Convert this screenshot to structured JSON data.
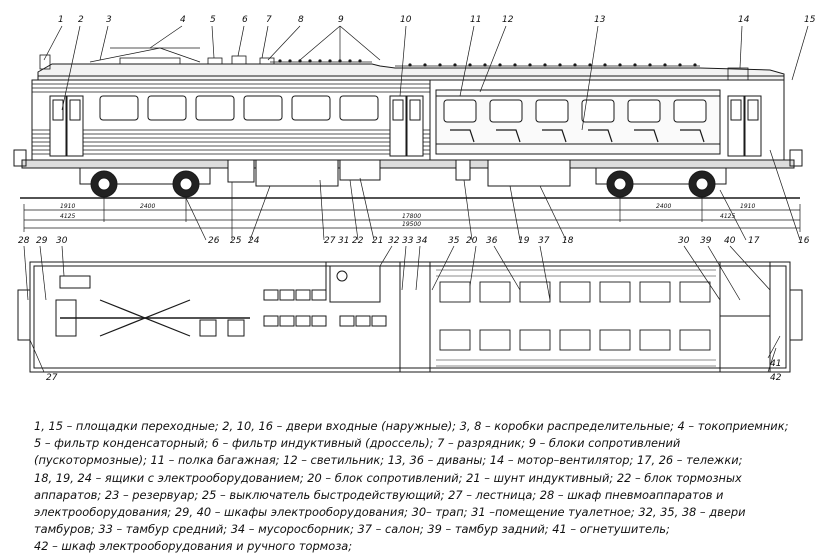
{
  "callouts": {
    "top": [
      "1",
      "2",
      "3",
      "4",
      "5",
      "6",
      "7",
      "8",
      "9",
      "10",
      "11",
      "12",
      "13",
      "14",
      "15"
    ],
    "side_bottom": [
      "26",
      "25",
      "24",
      "27",
      "31",
      "22",
      "21",
      "20",
      "19",
      "18",
      "17",
      "16"
    ],
    "plan": [
      "28",
      "29",
      "30",
      "32",
      "33",
      "34",
      "35",
      "36",
      "37",
      "30",
      "39",
      "40",
      "41",
      "42",
      "27"
    ]
  },
  "dimensions": [
    "1910",
    "4125",
    "2400",
    "17800",
    "19500",
    "2400",
    "4125",
    "1910"
  ],
  "legend": [
    "1, 15 – площадки переходные; 2, 10, 16 – двери входные (наружные);   3, 8 – коробки распределительные; 4 – токоприемник;",
    "5 – фильтр конденсаторный; 6 – фильтр индуктивный (дроссель); 7 – разрядник; 9 – блоки сопротивлений",
    "(пускотормозные); 11 – полка багажная; 12 – светильник; 13, 36 – диваны; 14 – мотор–вентилятор; 17, 26 – тележки;",
    "18, 19, 24 – ящики с электрооборудованием; 20 – блок сопротивлений; 21 – шунт индуктивный; 22 – блок тормозных",
    "аппаратов; 23 – резервуар; 25 – выключатель быстродействующий; 27 – лестница; 28 – шкаф пневмоаппаратов и",
    "электрооборудования; 29, 40 – шкафы электрооборудования; 30– трап; 31 –помещение туалетное; 32, 35, 38 – двери",
    "тамбуров; 33 – тамбур средний; 34 – мусоросборник; 37 – салон; 39 – тамбур задний; 41 – огнетушитель;",
    "42 – шкаф электрооборудования и ручного тормоза;"
  ]
}
